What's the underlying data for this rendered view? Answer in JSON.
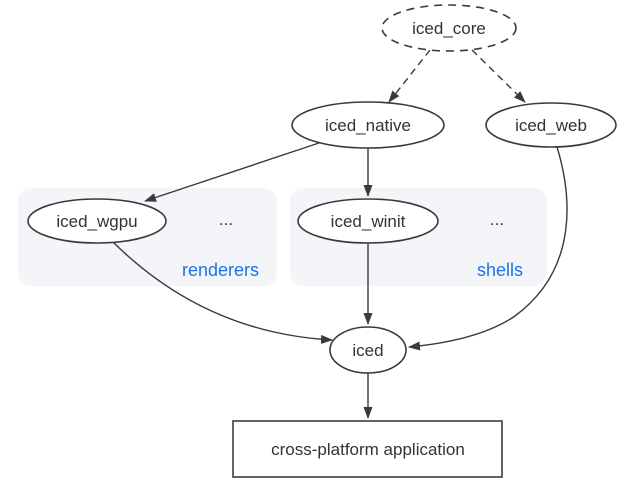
{
  "diagram": {
    "background": "#ffffff",
    "colors": {
      "node_stroke": "#3a3a3a",
      "node_text": "#333333",
      "edge": "#3a3a3a",
      "group_fill": "#f4f5f8",
      "group_label": "#1a73e8"
    },
    "nodes": {
      "core": {
        "label": "iced_core",
        "shape": "ellipse",
        "border": "dashed"
      },
      "native": {
        "label": "iced_native",
        "shape": "ellipse",
        "border": "solid"
      },
      "web": {
        "label": "iced_web",
        "shape": "ellipse",
        "border": "solid"
      },
      "wgpu": {
        "label": "iced_wgpu",
        "shape": "ellipse",
        "border": "solid"
      },
      "winit": {
        "label": "iced_winit",
        "shape": "ellipse",
        "border": "solid"
      },
      "iced": {
        "label": "iced",
        "shape": "ellipse",
        "border": "solid"
      },
      "app": {
        "label": "cross-platform application",
        "shape": "rect",
        "border": "solid"
      }
    },
    "groups": {
      "renderers": {
        "label": "renderers",
        "ellipsis": "..."
      },
      "shells": {
        "label": "shells",
        "ellipsis": "..."
      }
    },
    "edges": [
      {
        "from": "iced_core",
        "to": "iced_native",
        "style": "dashed"
      },
      {
        "from": "iced_core",
        "to": "iced_web",
        "style": "dashed"
      },
      {
        "from": "iced_native",
        "to": "iced_wgpu",
        "style": "solid"
      },
      {
        "from": "iced_native",
        "to": "iced_winit",
        "style": "solid"
      },
      {
        "from": "iced_wgpu",
        "to": "iced",
        "style": "solid"
      },
      {
        "from": "iced_winit",
        "to": "iced",
        "style": "solid"
      },
      {
        "from": "iced_web",
        "to": "iced",
        "style": "solid"
      },
      {
        "from": "iced",
        "to": "cross-platform application",
        "style": "solid"
      }
    ]
  }
}
